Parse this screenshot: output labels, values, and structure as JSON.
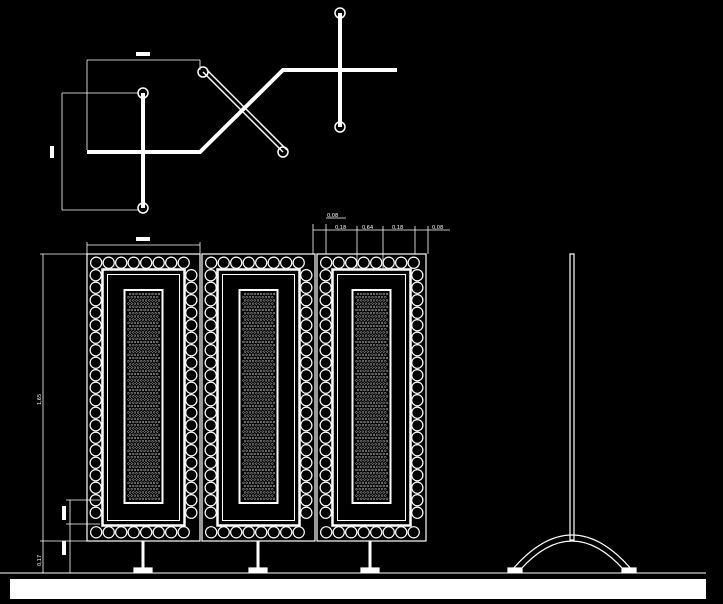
{
  "drawing": {
    "background": "#000000",
    "line_color": "#ffffff",
    "panel_count": 3,
    "dims": {
      "top_a": "0,08",
      "top_b": "0,18",
      "top_c": "0,64",
      "top_d": "0,18",
      "top_e": "0,08",
      "height_total": "1,65",
      "height_base": "0,17"
    }
  }
}
